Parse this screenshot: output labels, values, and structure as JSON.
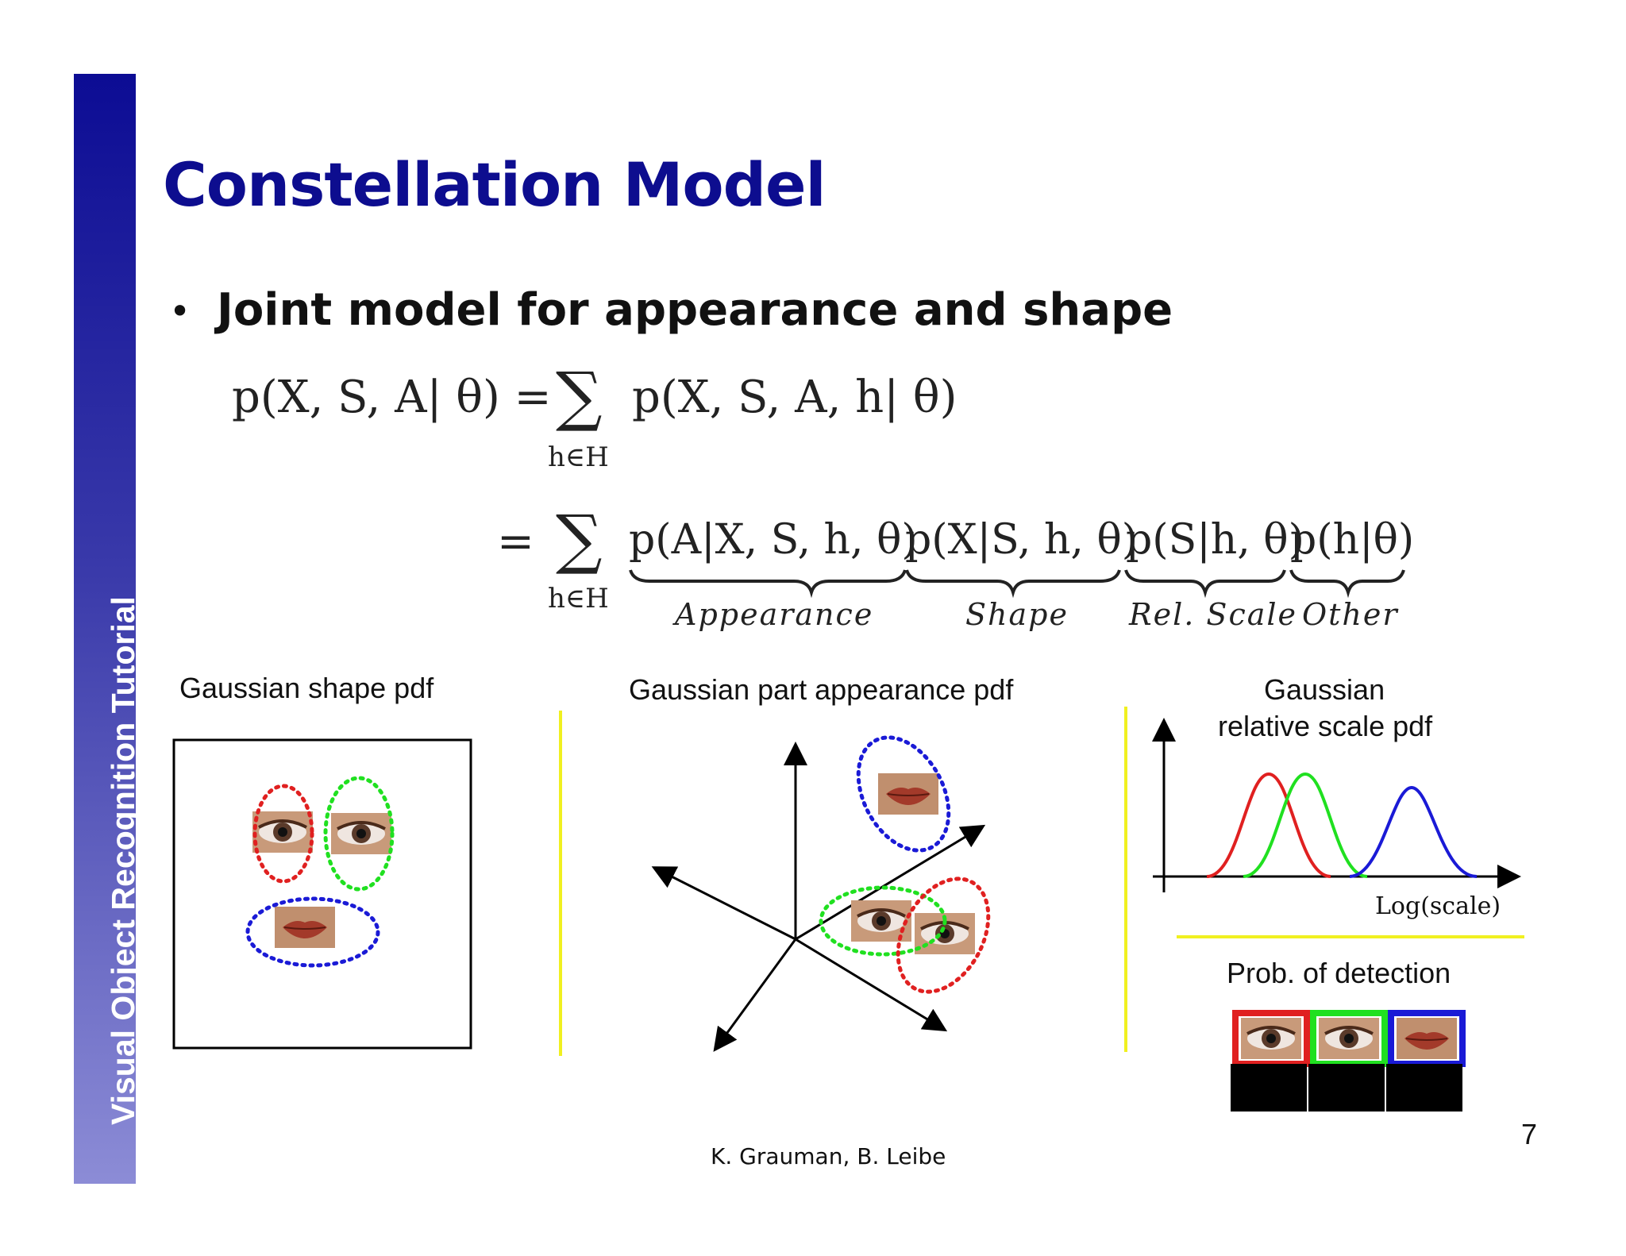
{
  "slide": {
    "title": "Constellation Model",
    "sidebar_text": "Visual Object Recognition Tutorial",
    "bullet": "Joint model for appearance and shape",
    "credit": "K. Grauman, B. Leibe",
    "page_number": "7"
  },
  "equation": {
    "lhs": "p(X, S, A| θ) =",
    "sum_symbol": "∑",
    "sum_index": "h∈H",
    "rhs1": "p(X, S, A, h| θ)",
    "eq2": "=",
    "terms": [
      {
        "expr": "p(A|X, S, h, θ)",
        "label": "Appearance"
      },
      {
        "expr": "p(X|S, h, θ)",
        "label": "Shape"
      },
      {
        "expr": "p(S|h, θ)",
        "label": "Rel. Scale"
      },
      {
        "expr": "p(h|θ)",
        "label": "Other"
      }
    ]
  },
  "panels": {
    "shape": {
      "label": "Gaussian shape pdf"
    },
    "appearance": {
      "label": "Gaussian part appearance pdf"
    },
    "scale": {
      "label_line1": "Gaussian",
      "label_line2": "relative scale pdf",
      "axis_label": "Log(scale)"
    },
    "detection": {
      "label": "Prob. of detection"
    }
  },
  "colors": {
    "title": "#0d0d8f",
    "part_eye_left": "#e02020",
    "part_eye_right": "#20e020",
    "part_mouth": "#1a1ad6",
    "divider": "#f0f020"
  }
}
